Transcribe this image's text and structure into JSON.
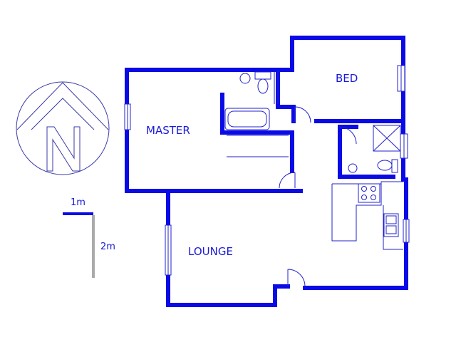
{
  "rooms": {
    "master": "MASTER",
    "bed": "BED",
    "lounge": "LOUNGE"
  },
  "scale_bar": {
    "horizontal_label": "1m",
    "vertical_label": "2m"
  },
  "colors": {
    "wall": "#0a0ae6",
    "linework": "#2222cc",
    "scale_h": "#0a0ae6",
    "scale_v": "#aaaaaa"
  },
  "icons": [
    "compass-north-icon"
  ]
}
